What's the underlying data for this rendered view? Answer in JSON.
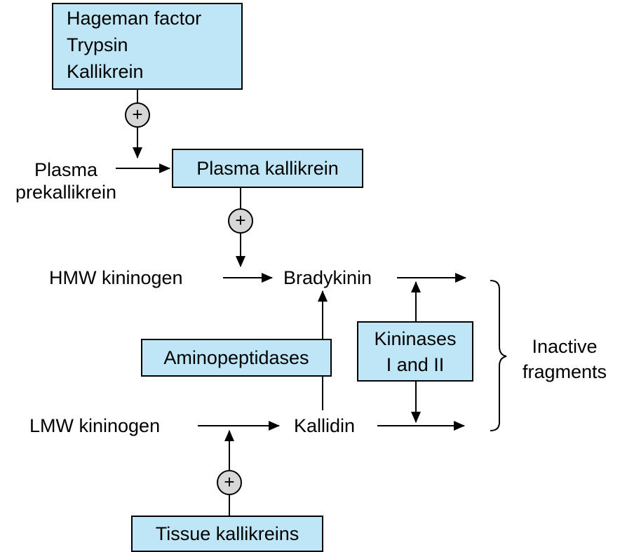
{
  "activators": [
    "Hageman factor",
    "Trypsin",
    "Kallikrein"
  ],
  "plasma_kallikrein": "Plasma kallikrein",
  "plasma_prekallikrein": [
    "Plasma",
    "prekallikrein"
  ],
  "hmw_kininogen": "HMW kininogen",
  "bradykinin": "Bradykinin",
  "aminopeptidases": "Aminopeptidases",
  "kininases": [
    "Kininases",
    "I and II"
  ],
  "inactive_fragments": [
    "Inactive",
    "fragments"
  ],
  "lmw_kininogen": "LMW kininogen",
  "kallidin": "Kallidin",
  "tissue_kallikreins": "Tissue kallikreins",
  "plus_symbol": "+",
  "colors": {
    "box_fill": "#bfe6f6",
    "plus_fill": "#d7d7d7",
    "line": "#000000"
  }
}
